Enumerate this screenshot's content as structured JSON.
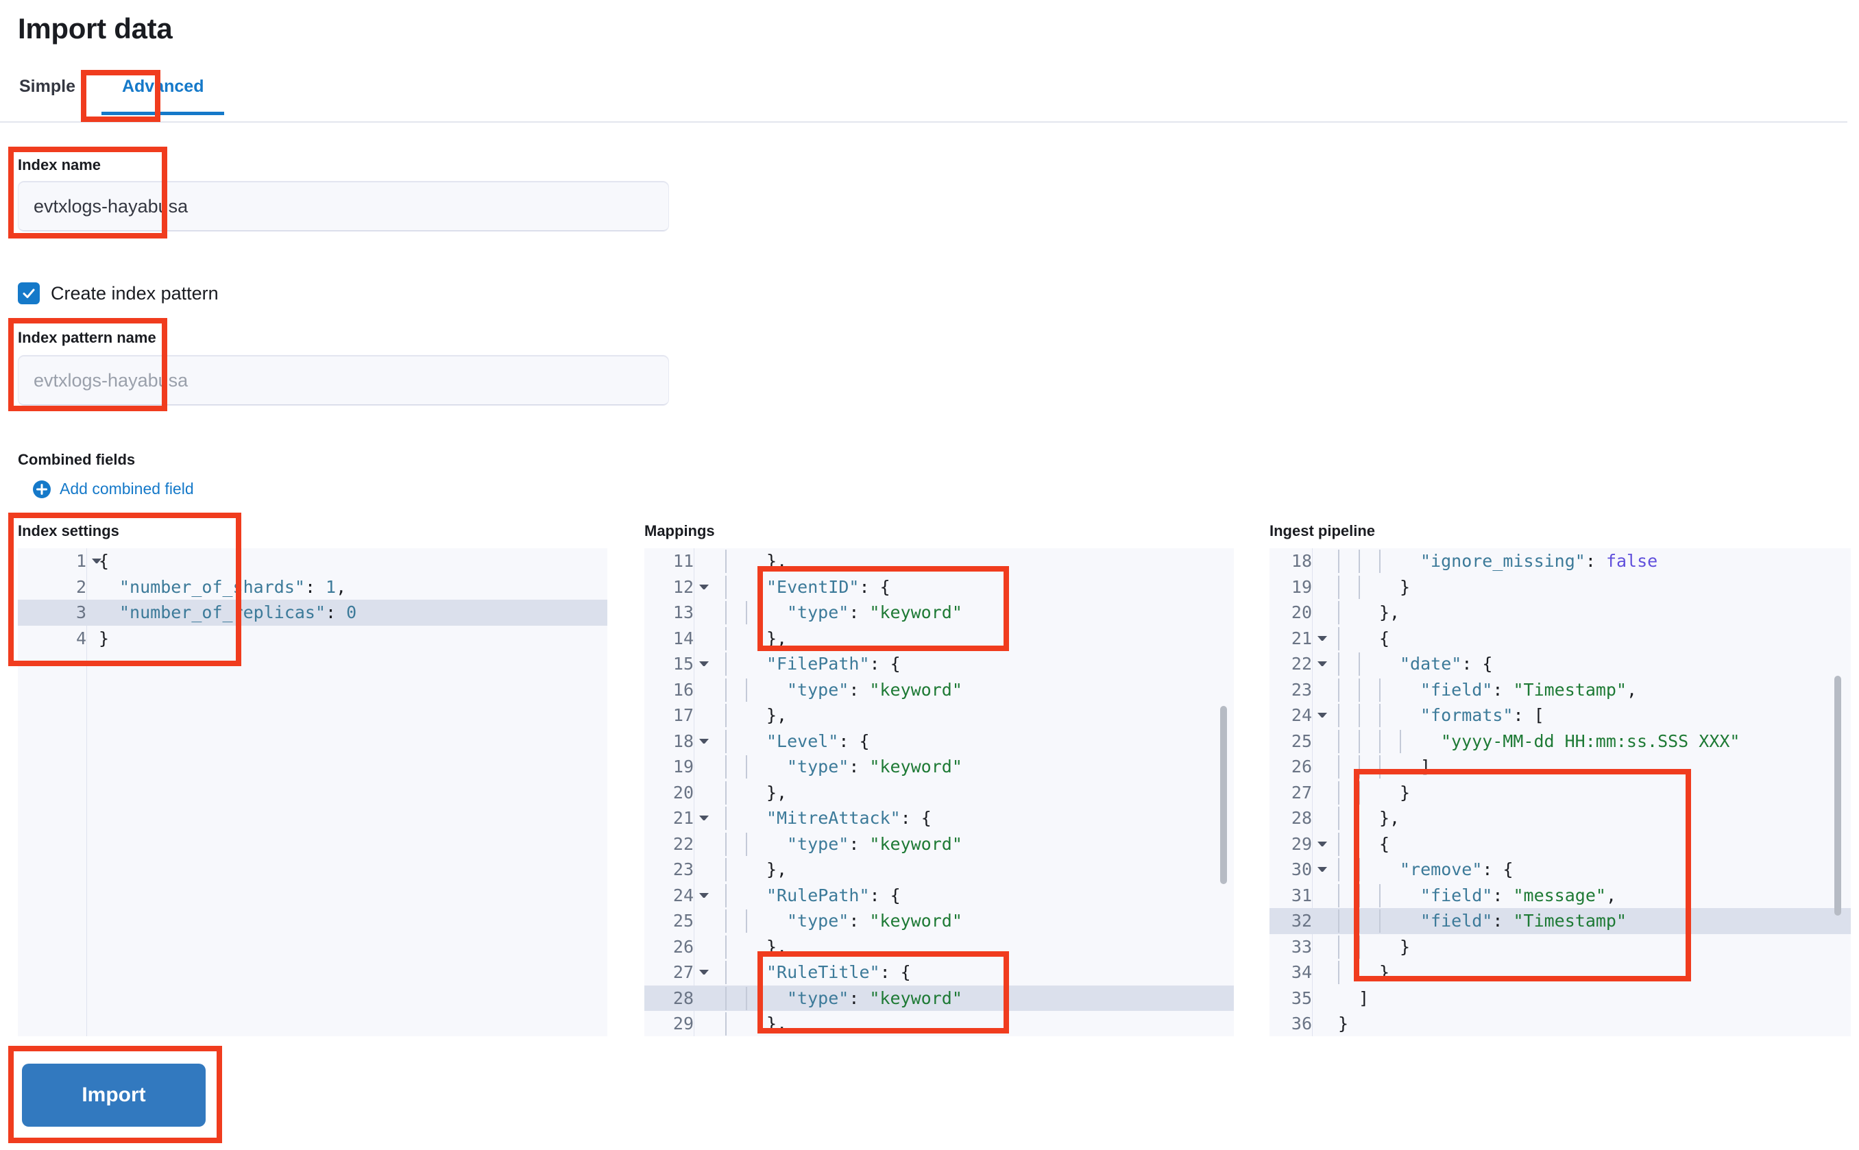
{
  "page": {
    "title": "Import data"
  },
  "tabs": [
    {
      "label": "Simple",
      "active": false
    },
    {
      "label": "Advanced",
      "active": true
    }
  ],
  "form": {
    "index_name": {
      "label": "Index name",
      "value": "evtxlogs-hayabusa"
    },
    "create_index_pattern": {
      "label": "Create index pattern",
      "checked": true
    },
    "index_pattern_name": {
      "label": "Index pattern name",
      "value": "evtxlogs-hayabusa",
      "is_placeholder": true
    },
    "combined_fields": {
      "label": "Combined fields",
      "add_link": "Add combined field"
    }
  },
  "editors": {
    "index_settings": {
      "title": "Index settings",
      "highlight_line": 3,
      "lines": [
        {
          "n": 1,
          "fold": true,
          "indent": 0,
          "tokens": [
            {
              "t": "{",
              "c": "p"
            }
          ]
        },
        {
          "n": 2,
          "fold": false,
          "indent": 1,
          "tokens": [
            {
              "t": "\"number_of_shards\"",
              "c": "k"
            },
            {
              "t": ": ",
              "c": "p"
            },
            {
              "t": "1",
              "c": "k"
            },
            {
              "t": ",",
              "c": "p"
            }
          ]
        },
        {
          "n": 3,
          "fold": false,
          "indent": 1,
          "tokens": [
            {
              "t": "\"number_of_replicas\"",
              "c": "k"
            },
            {
              "t": ": ",
              "c": "p"
            },
            {
              "t": "0",
              "c": "k"
            }
          ]
        },
        {
          "n": 4,
          "fold": false,
          "indent": 0,
          "tokens": [
            {
              "t": "}",
              "c": "p"
            }
          ]
        }
      ]
    },
    "mappings": {
      "title": "Mappings",
      "highlight_line": 28,
      "lines": [
        {
          "n": 11,
          "fold": false,
          "indent": 2,
          "guides": 1,
          "tokens": [
            {
              "t": "},",
              "c": "p"
            }
          ]
        },
        {
          "n": 12,
          "fold": true,
          "indent": 2,
          "guides": 1,
          "tokens": [
            {
              "t": "\"EventID\"",
              "c": "k"
            },
            {
              "t": ": {",
              "c": "p"
            }
          ]
        },
        {
          "n": 13,
          "fold": false,
          "indent": 3,
          "guides": 2,
          "tokens": [
            {
              "t": "\"type\"",
              "c": "k"
            },
            {
              "t": ": ",
              "c": "p"
            },
            {
              "t": "\"keyword\"",
              "c": "s"
            }
          ]
        },
        {
          "n": 14,
          "fold": false,
          "indent": 2,
          "guides": 1,
          "tokens": [
            {
              "t": "},",
              "c": "p"
            }
          ]
        },
        {
          "n": 15,
          "fold": true,
          "indent": 2,
          "guides": 1,
          "tokens": [
            {
              "t": "\"FilePath\"",
              "c": "k"
            },
            {
              "t": ": {",
              "c": "p"
            }
          ]
        },
        {
          "n": 16,
          "fold": false,
          "indent": 3,
          "guides": 2,
          "tokens": [
            {
              "t": "\"type\"",
              "c": "k"
            },
            {
              "t": ": ",
              "c": "p"
            },
            {
              "t": "\"keyword\"",
              "c": "s"
            }
          ]
        },
        {
          "n": 17,
          "fold": false,
          "indent": 2,
          "guides": 1,
          "tokens": [
            {
              "t": "},",
              "c": "p"
            }
          ]
        },
        {
          "n": 18,
          "fold": true,
          "indent": 2,
          "guides": 1,
          "tokens": [
            {
              "t": "\"Level\"",
              "c": "k"
            },
            {
              "t": ": {",
              "c": "p"
            }
          ]
        },
        {
          "n": 19,
          "fold": false,
          "indent": 3,
          "guides": 2,
          "tokens": [
            {
              "t": "\"type\"",
              "c": "k"
            },
            {
              "t": ": ",
              "c": "p"
            },
            {
              "t": "\"keyword\"",
              "c": "s"
            }
          ]
        },
        {
          "n": 20,
          "fold": false,
          "indent": 2,
          "guides": 1,
          "tokens": [
            {
              "t": "},",
              "c": "p"
            }
          ]
        },
        {
          "n": 21,
          "fold": true,
          "indent": 2,
          "guides": 1,
          "tokens": [
            {
              "t": "\"MitreAttack\"",
              "c": "k"
            },
            {
              "t": ": {",
              "c": "p"
            }
          ]
        },
        {
          "n": 22,
          "fold": false,
          "indent": 3,
          "guides": 2,
          "tokens": [
            {
              "t": "\"type\"",
              "c": "k"
            },
            {
              "t": ": ",
              "c": "p"
            },
            {
              "t": "\"keyword\"",
              "c": "s"
            }
          ]
        },
        {
          "n": 23,
          "fold": false,
          "indent": 2,
          "guides": 1,
          "tokens": [
            {
              "t": "},",
              "c": "p"
            }
          ]
        },
        {
          "n": 24,
          "fold": true,
          "indent": 2,
          "guides": 1,
          "tokens": [
            {
              "t": "\"RulePath\"",
              "c": "k"
            },
            {
              "t": ": {",
              "c": "p"
            }
          ]
        },
        {
          "n": 25,
          "fold": false,
          "indent": 3,
          "guides": 2,
          "tokens": [
            {
              "t": "\"type\"",
              "c": "k"
            },
            {
              "t": ": ",
              "c": "p"
            },
            {
              "t": "\"keyword\"",
              "c": "s"
            }
          ]
        },
        {
          "n": 26,
          "fold": false,
          "indent": 2,
          "guides": 1,
          "tokens": [
            {
              "t": "},",
              "c": "p"
            }
          ]
        },
        {
          "n": 27,
          "fold": true,
          "indent": 2,
          "guides": 1,
          "tokens": [
            {
              "t": "\"RuleTitle\"",
              "c": "k"
            },
            {
              "t": ": {",
              "c": "p"
            }
          ]
        },
        {
          "n": 28,
          "fold": false,
          "indent": 3,
          "guides": 2,
          "tokens": [
            {
              "t": "\"type\"",
              "c": "k"
            },
            {
              "t": ": ",
              "c": "p"
            },
            {
              "t": "\"keyword\"",
              "c": "s"
            }
          ]
        },
        {
          "n": 29,
          "fold": false,
          "indent": 2,
          "guides": 1,
          "tokens": [
            {
              "t": "},",
              "c": "p"
            }
          ]
        }
      ]
    },
    "ingest_pipeline": {
      "title": "Ingest pipeline",
      "highlight_line": 32,
      "lines": [
        {
          "n": 18,
          "fold": false,
          "indent": 4,
          "guides": 3,
          "tokens": [
            {
              "t": "\"ignore_missing\"",
              "c": "k"
            },
            {
              "t": ": ",
              "c": "p"
            },
            {
              "t": "false",
              "c": "b"
            }
          ]
        },
        {
          "n": 19,
          "fold": false,
          "indent": 3,
          "guides": 2,
          "tokens": [
            {
              "t": "}",
              "c": "p"
            }
          ]
        },
        {
          "n": 20,
          "fold": false,
          "indent": 2,
          "guides": 1,
          "tokens": [
            {
              "t": "},",
              "c": "p"
            }
          ]
        },
        {
          "n": 21,
          "fold": true,
          "indent": 2,
          "guides": 1,
          "tokens": [
            {
              "t": "{",
              "c": "p"
            }
          ]
        },
        {
          "n": 22,
          "fold": true,
          "indent": 3,
          "guides": 2,
          "tokens": [
            {
              "t": "\"date\"",
              "c": "k"
            },
            {
              "t": ": {",
              "c": "p"
            }
          ]
        },
        {
          "n": 23,
          "fold": false,
          "indent": 4,
          "guides": 3,
          "tokens": [
            {
              "t": "\"field\"",
              "c": "k"
            },
            {
              "t": ": ",
              "c": "p"
            },
            {
              "t": "\"Timestamp\"",
              "c": "s"
            },
            {
              "t": ",",
              "c": "p"
            }
          ]
        },
        {
          "n": 24,
          "fold": true,
          "indent": 4,
          "guides": 3,
          "tokens": [
            {
              "t": "\"formats\"",
              "c": "k"
            },
            {
              "t": ": [",
              "c": "p"
            }
          ]
        },
        {
          "n": 25,
          "fold": false,
          "indent": 5,
          "guides": 4,
          "tokens": [
            {
              "t": "\"yyyy-MM-dd HH:mm:ss.SSS XXX\"",
              "c": "s"
            }
          ]
        },
        {
          "n": 26,
          "fold": false,
          "indent": 4,
          "guides": 3,
          "tokens": [
            {
              "t": "]",
              "c": "p"
            }
          ]
        },
        {
          "n": 27,
          "fold": false,
          "indent": 3,
          "guides": 2,
          "tokens": [
            {
              "t": "}",
              "c": "p"
            }
          ]
        },
        {
          "n": 28,
          "fold": false,
          "indent": 2,
          "guides": 1,
          "tokens": [
            {
              "t": "},",
              "c": "p"
            }
          ]
        },
        {
          "n": 29,
          "fold": true,
          "indent": 2,
          "guides": 1,
          "tokens": [
            {
              "t": "{",
              "c": "p"
            }
          ]
        },
        {
          "n": 30,
          "fold": true,
          "indent": 3,
          "guides": 2,
          "tokens": [
            {
              "t": "\"remove\"",
              "c": "k"
            },
            {
              "t": ": {",
              "c": "p"
            }
          ]
        },
        {
          "n": 31,
          "fold": false,
          "indent": 4,
          "guides": 3,
          "tokens": [
            {
              "t": "\"field\"",
              "c": "k"
            },
            {
              "t": ": ",
              "c": "p"
            },
            {
              "t": "\"message\"",
              "c": "s"
            },
            {
              "t": ",",
              "c": "p"
            }
          ]
        },
        {
          "n": 32,
          "fold": false,
          "indent": 4,
          "guides": 3,
          "tokens": [
            {
              "t": "\"field\"",
              "c": "k"
            },
            {
              "t": ": ",
              "c": "p"
            },
            {
              "t": "\"Timestamp\"",
              "c": "s"
            }
          ]
        },
        {
          "n": 33,
          "fold": false,
          "indent": 3,
          "guides": 2,
          "tokens": [
            {
              "t": "}",
              "c": "p"
            }
          ]
        },
        {
          "n": 34,
          "fold": false,
          "indent": 2,
          "guides": 1,
          "tokens": [
            {
              "t": "}",
              "c": "p"
            }
          ]
        },
        {
          "n": 35,
          "fold": false,
          "indent": 1,
          "guides": 0,
          "tokens": [
            {
              "t": "]",
              "c": "p"
            }
          ]
        },
        {
          "n": 36,
          "fold": false,
          "indent": 0,
          "guides": 0,
          "tokens": [
            {
              "t": "}",
              "c": "p"
            }
          ]
        }
      ]
    }
  },
  "actions": {
    "import_label": "Import"
  },
  "colors": {
    "accent": "#1579c9",
    "annotation": "#f03c1e",
    "button": "#3279bf",
    "code_key": "#3c7a99",
    "code_string": "#1e7a35",
    "code_bool": "#6050dc"
  }
}
